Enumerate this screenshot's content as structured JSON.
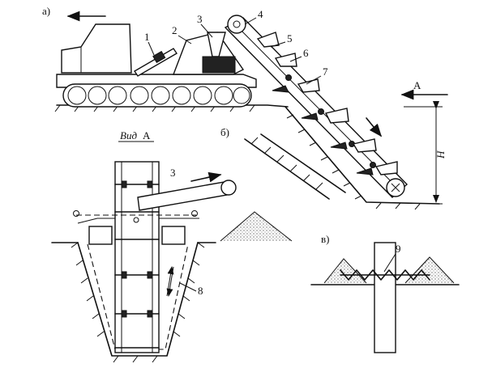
{
  "parts": {
    "a": "а)",
    "b": "б)",
    "v": "в)"
  },
  "view": {
    "label": "Вид",
    "letter": "А"
  },
  "callouts": {
    "n1": "1",
    "n2": "2",
    "n3": "3",
    "n4": "4",
    "n5": "5",
    "n6": "6",
    "n7": "7",
    "n8": "8",
    "n9": "9",
    "n3b": "3"
  },
  "arrow_a": "А",
  "height_label": "Н"
}
